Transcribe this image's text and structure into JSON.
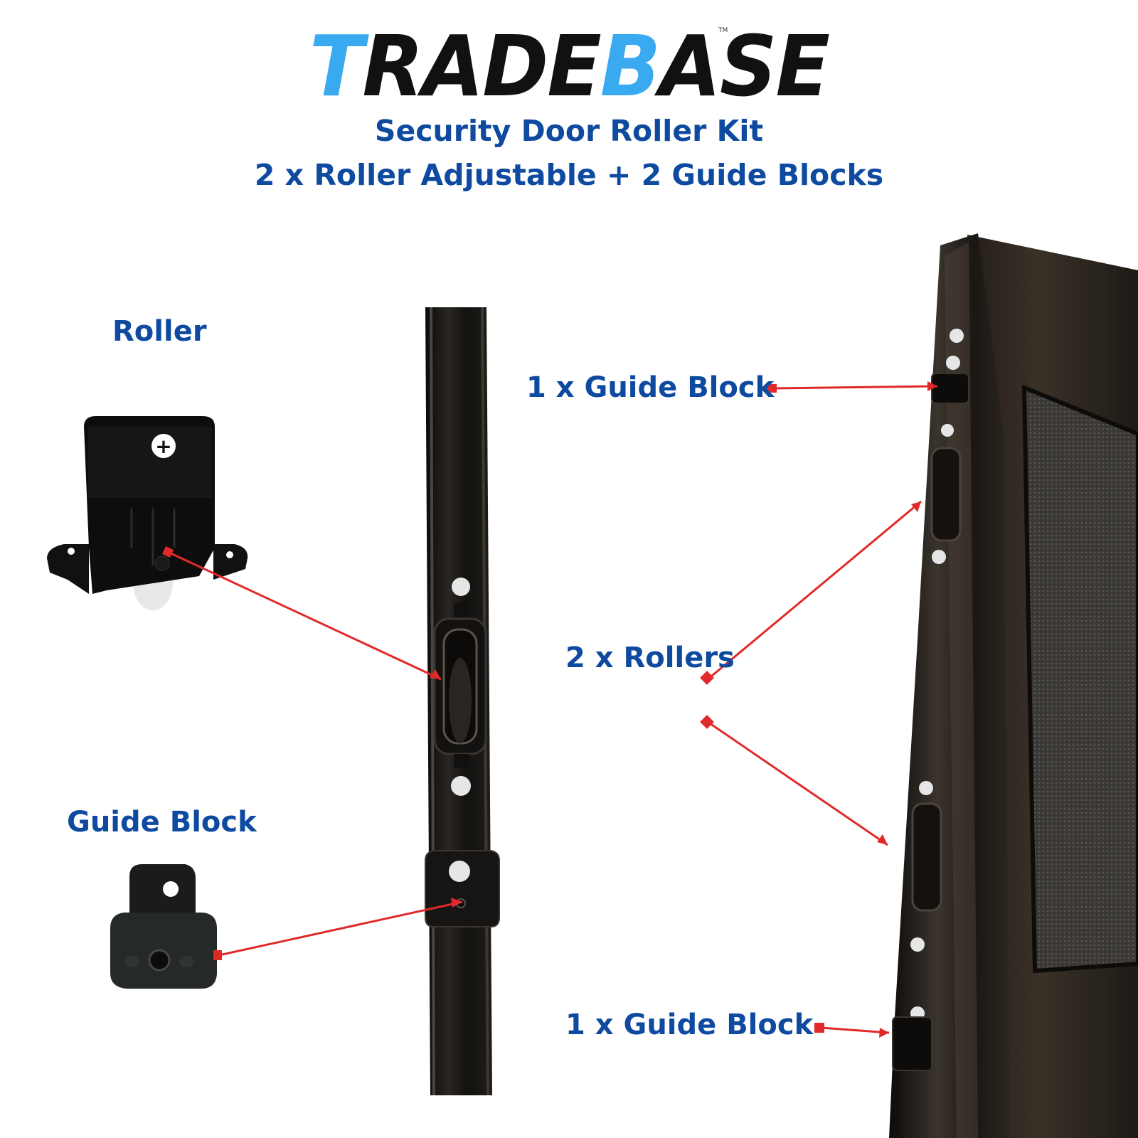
{
  "brand": {
    "logo_part1": "T",
    "logo_part2": "RADE",
    "logo_part3": "B",
    "logo_part4": "ASE",
    "trademark": "TM",
    "accent_color": "#3aaaf0",
    "text_color": "#111111"
  },
  "header": {
    "title": "Security Door Roller Kit",
    "subtitle": "2 x Roller Adjustable + 2 Guide Blocks",
    "color": "#0d4aa0"
  },
  "labels": {
    "roller": "Roller",
    "guide_block": "Guide Block",
    "guide_block_top": "1 x Guide Block",
    "rollers": "2 x Rollers",
    "guide_block_bottom": "1 x Guide Block"
  },
  "annotation_color": "#e02a2a",
  "icons": [
    "roller-part-image",
    "guide-block-part-image",
    "door-track-image",
    "security-door-image",
    "arrow-icon"
  ]
}
